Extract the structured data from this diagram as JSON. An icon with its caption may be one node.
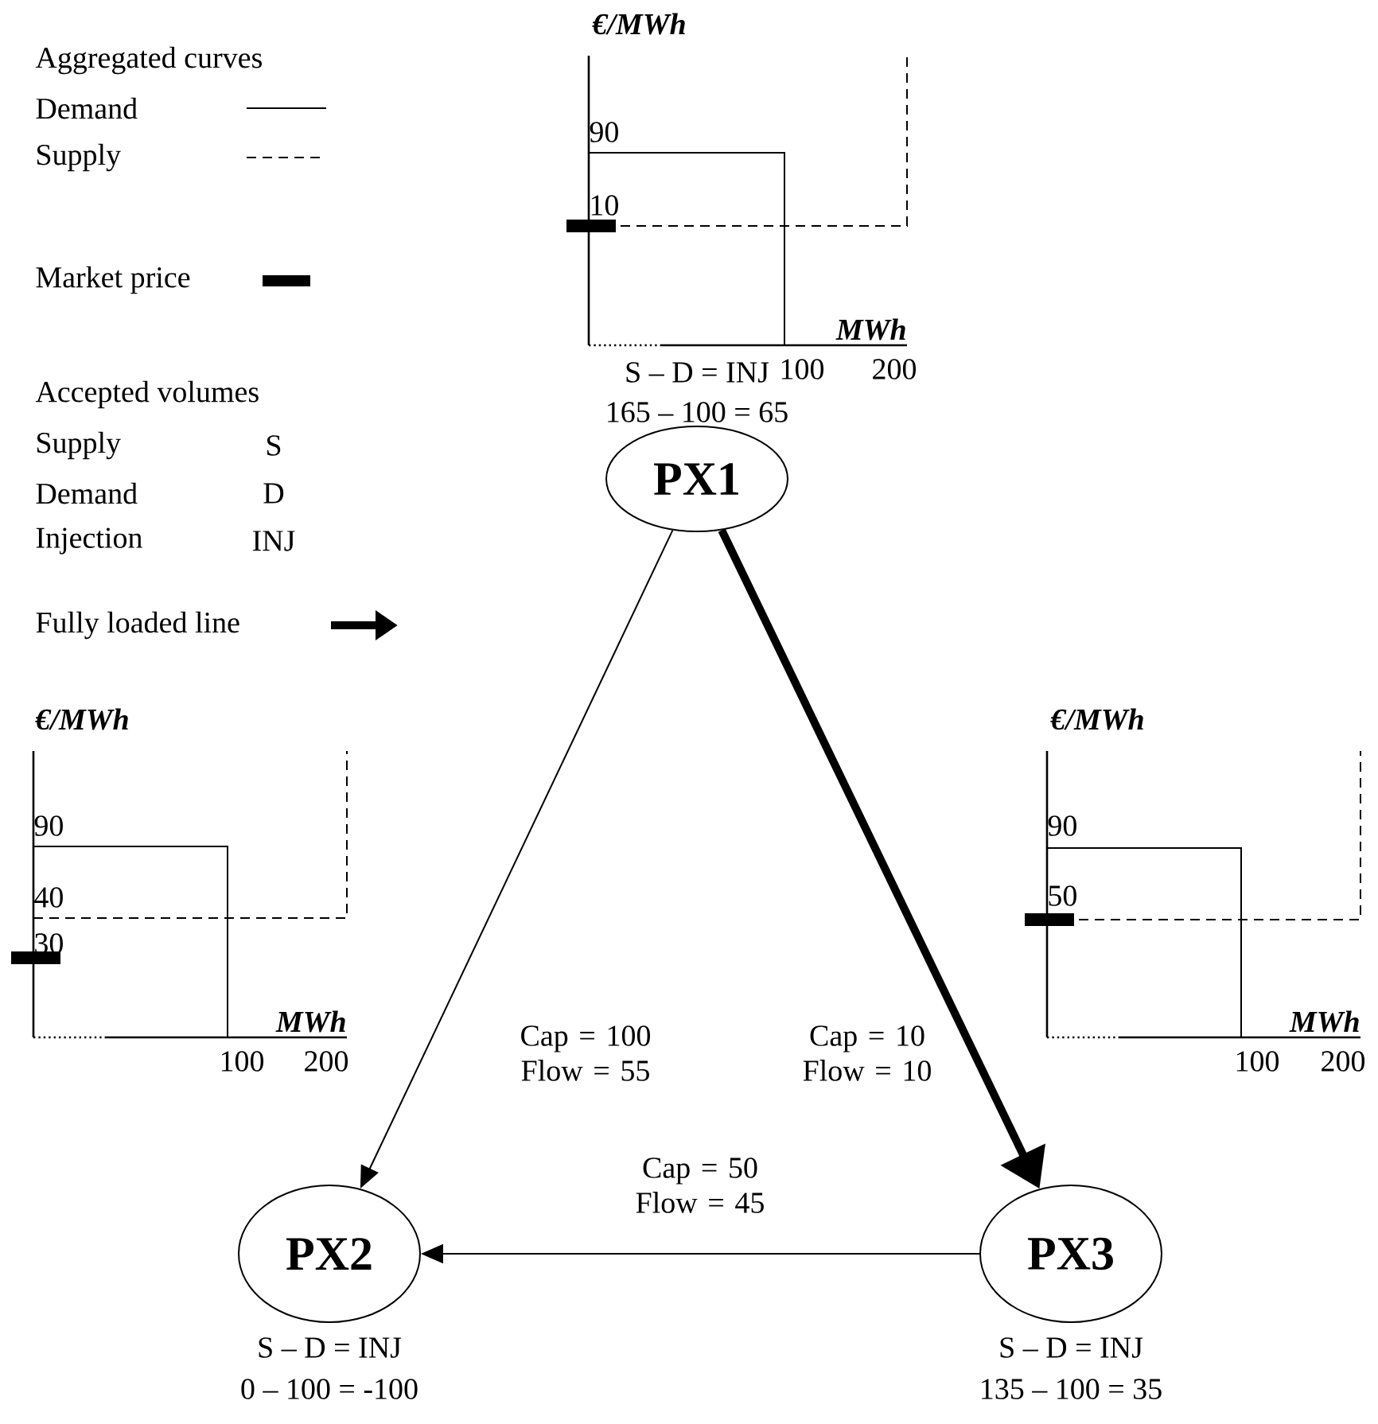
{
  "diagram": {
    "nodes": [
      {
        "text": [
          "PX1"
        ],
        "beside": [
          "S – D = INJ",
          "165 – 100 = 65"
        ]
      },
      {
        "text": [
          "PX2"
        ],
        "beside": [
          "S – D = INJ",
          "0 – 100 = -100"
        ]
      },
      {
        "text": [
          "PX3"
        ],
        "beside": [
          "S – D = INJ",
          "135 – 100 = 35"
        ]
      }
    ],
    "edges": [
      {
        "from": 0,
        "to": 1,
        "arrow": "to",
        "label": "Cap = 100 Flow = 55"
      },
      {
        "from": 0,
        "to": 2,
        "arrow": "to",
        "label": "Cap = 10 Flow = 10",
        "style": "thick"
      },
      {
        "from": 2,
        "to": 1,
        "arrow": "to",
        "label": "Cap = 50 Flow = 45"
      }
    ],
    "labels": [
      "Aggregated curves",
      "€/MWh",
      "90",
      "10",
      "MWh",
      "100",
      "200",
      "Accepted volumes",
      "Supply",
      "S",
      "Demand",
      "D",
      "Injection",
      "INJ",
      "€/MWh",
      "€/MWh",
      "90",
      "90",
      "40",
      "50",
      "30",
      "MWh",
      "MWh",
      "100",
      "200",
      "100",
      "200"
    ],
    "legend": [
      {
        "text": "Demand"
      },
      {
        "text": "Supply"
      },
      {
        "text": "Market price"
      },
      {
        "text": "Fully loaded line"
      }
    ]
  }
}
